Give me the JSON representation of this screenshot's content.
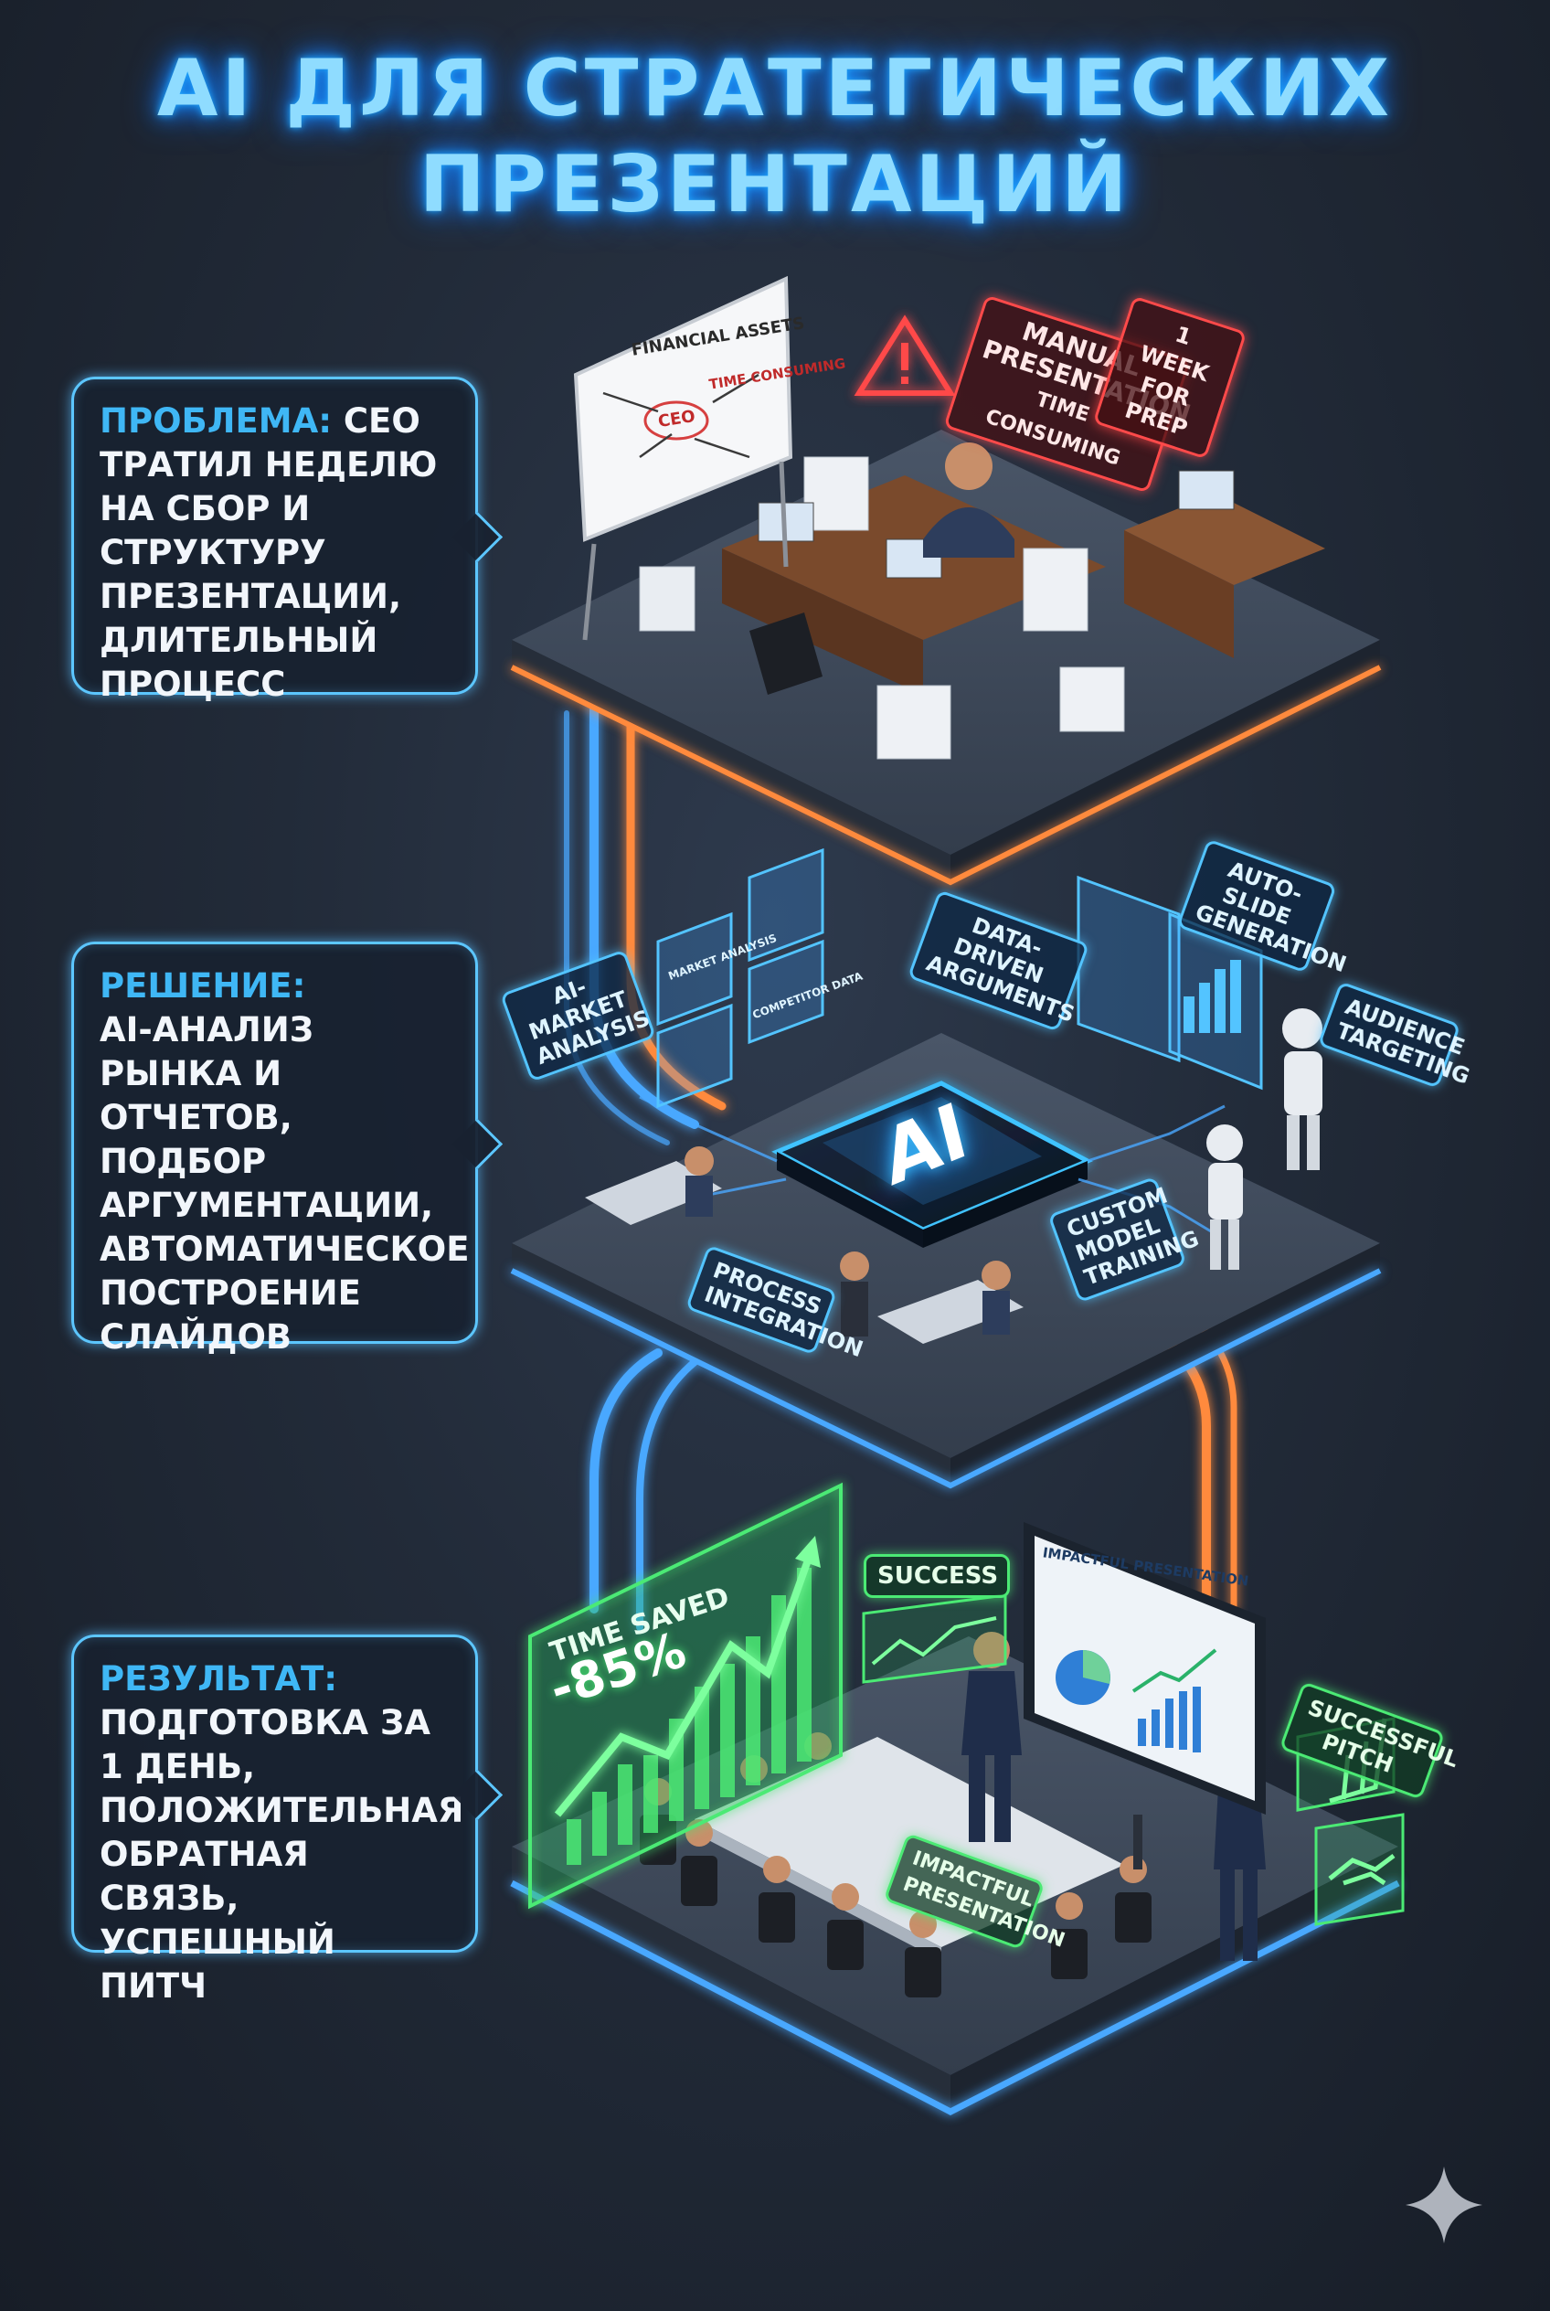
{
  "title": {
    "line1": "AI ДЛЯ СТРАТЕГИЧЕСКИХ",
    "line2": "ПРЕЗЕНТАЦИЙ"
  },
  "sections": {
    "problem": {
      "head": "ПРОБЛЕМА:",
      "text": "CEO ТРАТИЛ НЕДЕЛЮ НА СБОР И СТРУКТУРУ ПРЕЗЕНТАЦИИ, ДЛИТЕЛЬНЫЙ ПРОЦЕСС"
    },
    "solution": {
      "head": "РЕШЕНИЕ:",
      "text": "AI-АНАЛИЗ РЫНКА И ОТЧЕТОВ, ПОДБОР АРГУМЕНТАЦИИ, АВТОМАТИЧЕСКОЕ ПОСТРОЕНИЕ СЛАЙДОВ"
    },
    "result": {
      "head": "РЕЗУЛЬТАТ:",
      "text": "ПОДГОТОВКА ЗА 1 ДЕНЬ, ПОЛОЖИТЕЛЬНАЯ ОБРАТНАЯ СВЯЗЬ, УСПЕШНЫЙ ПИТЧ"
    }
  },
  "problem_labels": {
    "manual": "MANUAL PRESENTATION",
    "time_consuming": "TIME CONSUMING",
    "week": "1 WEEK FOR PREP",
    "board_title": "FINANCIAL ASSETS",
    "board_center": "CEO",
    "board_time": "TIME CONSUMING"
  },
  "solution_labels": {
    "ai_market": "AI-MARKET ANALYSIS",
    "data_driven": "DATA-DRIVEN ARGUMENTS",
    "auto_slide": "AUTO-SLIDE GENERATION",
    "audience": "AUDIENCE TARGETING",
    "custom_model": "CUSTOM MODEL TRAINING",
    "process_integration": "PROCESS INTEGRATION",
    "chip": "AI",
    "panel_market": "MARKET ANALYSIS",
    "panel_competitor": "COMPETITOR DATA"
  },
  "result_labels": {
    "time_saved_label": "TIME SAVED",
    "time_saved_value": "-85%",
    "success": "SUCCESS",
    "successful_pitch": "SUCCESSFUL PITCH",
    "impactful_presentation": "IMPACTFUL PRESENTATION",
    "screen_title": "IMPACTFUL PRESENTATION"
  },
  "colors": {
    "accent_blue": "#5cc6ff",
    "accent_green": "#4bea74",
    "accent_red": "#ff4a4a",
    "accent_orange": "#ff8a3d"
  },
  "icons": {
    "warning": "warning-triangle-icon",
    "handshake": "handshake-icon",
    "sparkle": "sparkle-icon"
  }
}
